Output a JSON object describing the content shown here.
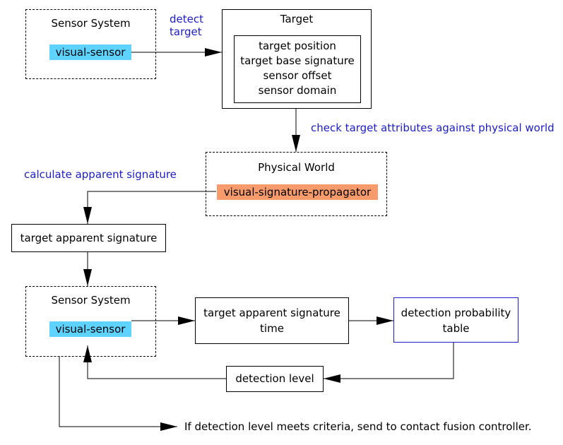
{
  "sensor_system_top": {
    "title": "Sensor System",
    "chip": "visual-sensor"
  },
  "detect_label": [
    "detect",
    "target"
  ],
  "target": {
    "title": "Target",
    "attributes": [
      "target position",
      "target base signature",
      "sensor offset",
      "sensor domain"
    ]
  },
  "check_label": "check target attributes against physical world",
  "physical_world": {
    "title": "Physical World",
    "chip": "visual-signature-propagator"
  },
  "calc_label": "calculate apparent signature",
  "apparent_signature_box": "target apparent signature",
  "sensor_system_bottom": {
    "title": "Sensor System",
    "chip": "visual-sensor"
  },
  "apparent_signature_time": [
    "target apparent signature",
    "time"
  ],
  "detection_probability": [
    "detection probability",
    "table"
  ],
  "detection_level": "detection level",
  "final_note": "If detection level meets criteria, send to contact fusion controller.",
  "colors": {
    "label": "#1c1cc8",
    "sensor_chip": "#5ed3ff",
    "propagator_chip": "#f79a6c"
  }
}
